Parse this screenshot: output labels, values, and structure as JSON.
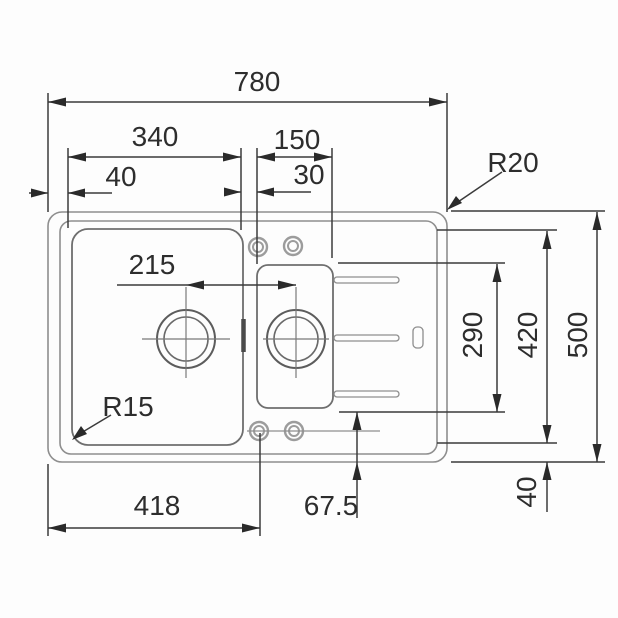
{
  "title": "Inset sink technical drawing, bowl and half with drainer, dimensions in mm",
  "colors": {
    "background": "#fdfdfd",
    "outline_gray": "#8e8e8e",
    "bowl_gray": "#6e6e6e",
    "dimension_dark": "#3b3b3b",
    "text_dark": "#2d2d2d"
  },
  "dims": {
    "overall_width": "780",
    "main_bowl_width": "340",
    "half_bowl_width": "150",
    "left_edge_offset": "40",
    "bowl_gap_offset": "30",
    "outer_corner_radius": "R20",
    "drain_center_distance": "215",
    "bowl_corner_radius": "R15",
    "drainer_depth": "290",
    "inner_depth": "420",
    "overall_depth": "500",
    "bottom_width": "418",
    "tap_hole_offset": "67.5",
    "bottom_edge_offset": "40"
  }
}
